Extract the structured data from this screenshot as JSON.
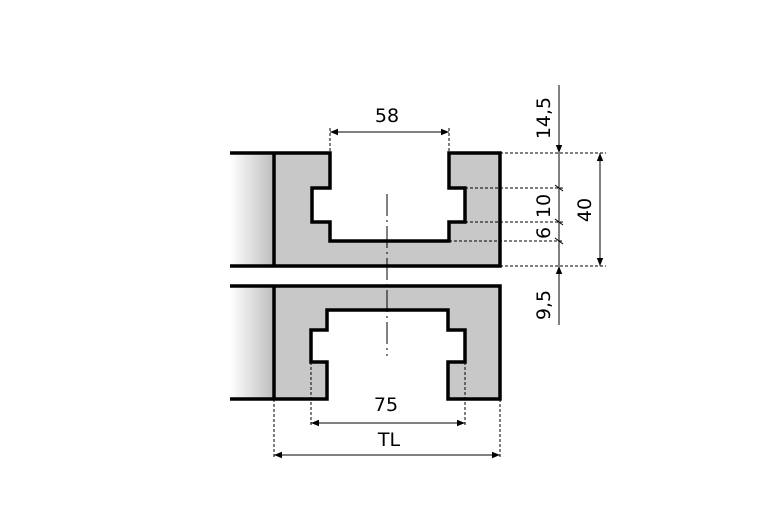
{
  "colors": {
    "body_fill": "#c8c8c8",
    "stroke": "#000000",
    "background": "#ffffff"
  },
  "dimensions": {
    "slot_top_width": "58",
    "top_offset": "14,5",
    "groove_depth_a": "6",
    "groove_depth_b": "10",
    "total_height": "40",
    "bottom_offset": "9,5",
    "groove_width": "75",
    "tool_length": "TL"
  }
}
